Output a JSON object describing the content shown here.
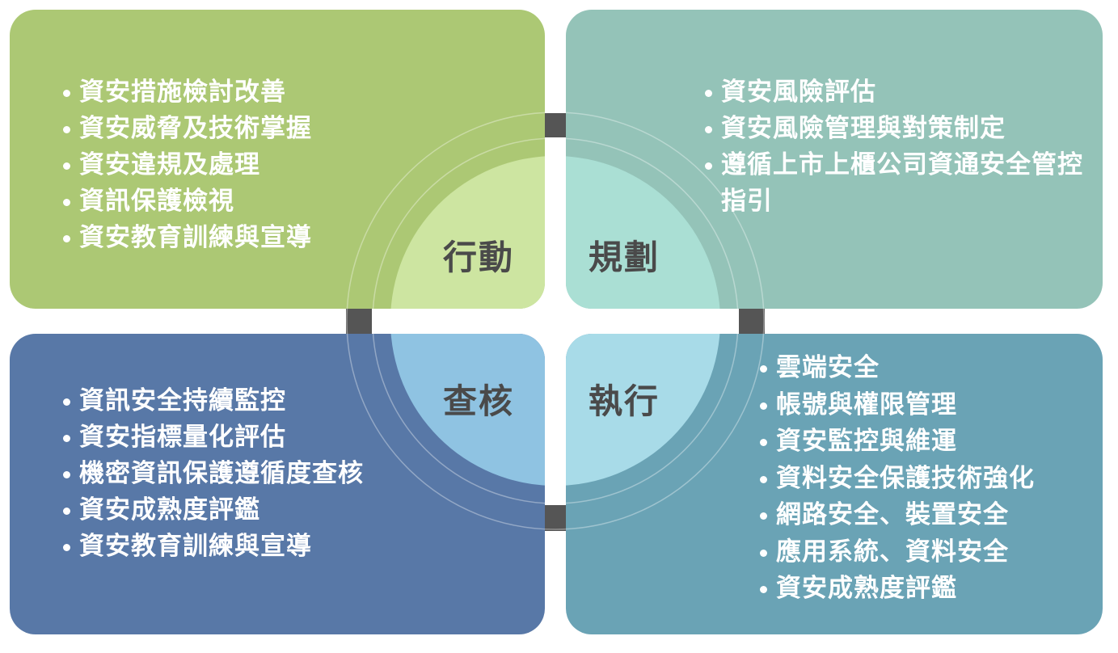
{
  "colors": {
    "green": "#acc874",
    "green_light": "#cde5a1",
    "teal": "#94c3b8",
    "teal_light": "#aadfd4",
    "blue": "#5878a7",
    "blue_light": "#8fc3e2",
    "steel": "#6aa3b5",
    "steel_light": "#a8dbe8",
    "connector": "#555555"
  },
  "quadrants": {
    "top_left": {
      "label": "行動",
      "items": [
        "資安措施檢討改善",
        "資安威脅及技術掌握",
        "資安違規及處理",
        "資訊保護檢視",
        "資安教育訓練與宣導"
      ]
    },
    "top_right": {
      "label": "規劃",
      "items": [
        "資安風險評估",
        "資安風險管理與對策制定",
        "遵循上市上櫃公司資通安全管控指引"
      ]
    },
    "bottom_left": {
      "label": "查核",
      "items": [
        "資訊安全持續監控",
        "資安指標量化評估",
        "機密資訊保護遵循度查核",
        "資安成熟度評鑑",
        "資安教育訓練與宣導"
      ]
    },
    "bottom_right": {
      "label": "執行",
      "items": [
        "雲端安全",
        "帳號與權限管理",
        "資安監控與維運",
        "資料安全保護技術強化",
        "網路安全、裝置安全",
        "應用系統、資料安全",
        "資安成熟度評鑑"
      ]
    }
  }
}
